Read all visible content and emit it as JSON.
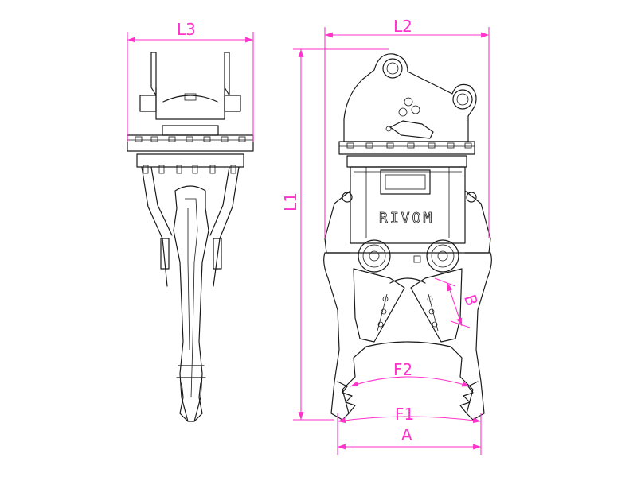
{
  "drawing": {
    "brand": "RIVOM",
    "accent_color": "#ff33cc",
    "line_color": "#1a1a1a",
    "dimensions": {
      "l1": "L1",
      "l2": "L2",
      "l3": "L3",
      "a": "A",
      "b": "B",
      "f1": "F1",
      "f2": "F2"
    }
  }
}
